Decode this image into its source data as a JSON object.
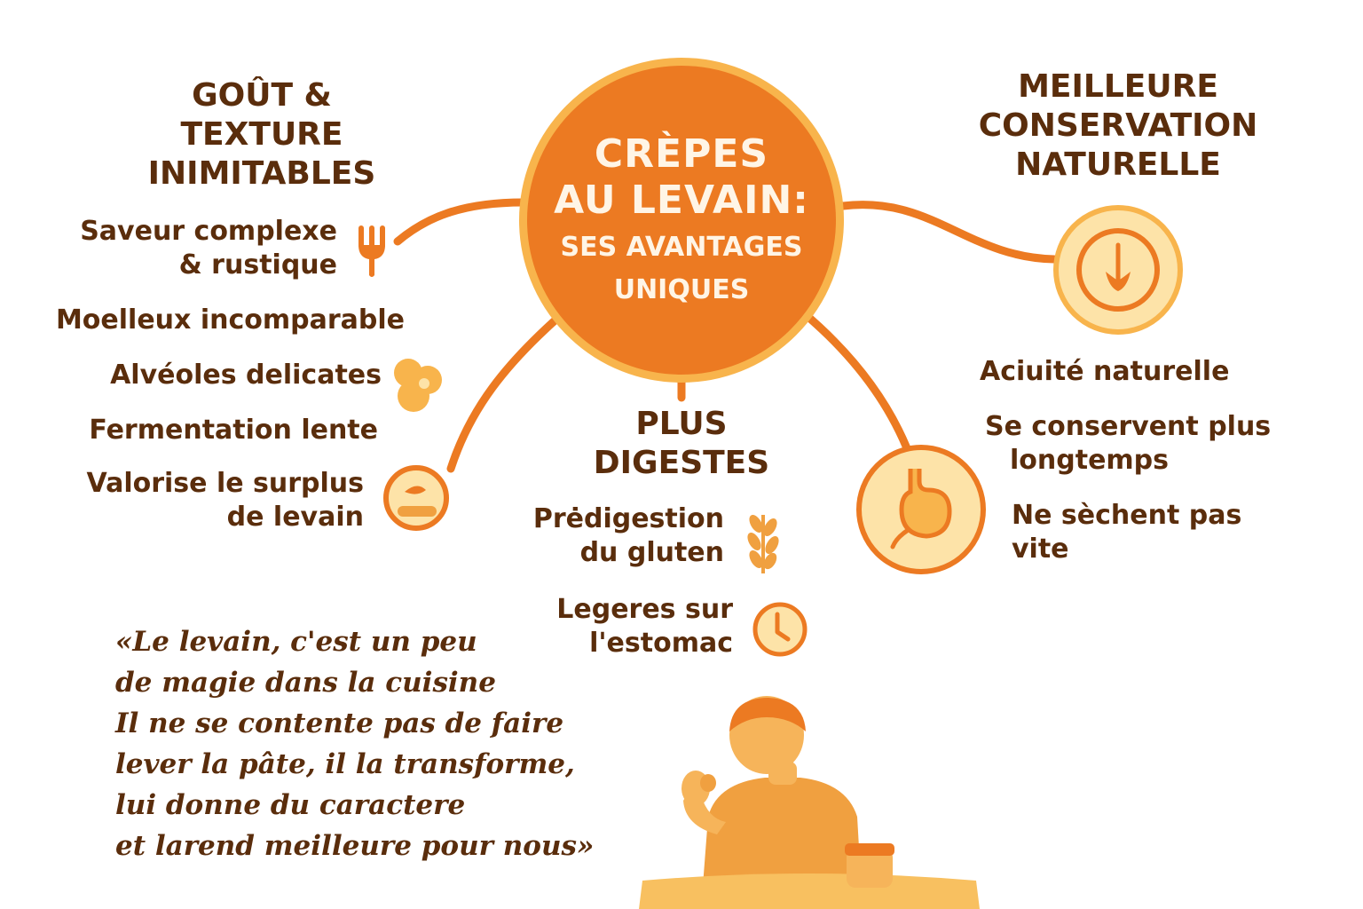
{
  "hub": {
    "title_line1": "CRÈPES",
    "title_line2": "AU LEVAIN:",
    "subtitle_line1": "SES AVANTAGES",
    "subtitle_line2": "UNIQUES"
  },
  "taste": {
    "heading": [
      "GOÛT &",
      "TEXTURE",
      "INIMITABLES"
    ],
    "items": [
      {
        "lines": [
          "Saveur complexe",
          "& rustique"
        ],
        "icon": "fork-icon"
      },
      {
        "lines": [
          "Moelleux incomparable"
        ]
      },
      {
        "lines": [
          "Alvéoles delicates"
        ],
        "icon": "bubbles-icon"
      },
      {
        "lines": [
          "Fermentation lente"
        ]
      },
      {
        "lines": [
          "Valorise le surplus",
          "de levain"
        ],
        "icon": "crepe-icon"
      }
    ]
  },
  "conservation": {
    "heading": [
      "MEILLEURE",
      "CONSERVATION",
      "NATURELLE"
    ],
    "icon": "leaf-down-icon",
    "items": [
      {
        "lines": [
          "Aciuité naturelle"
        ]
      },
      {
        "lines": [
          "Se conservent plus",
          "longtemps"
        ]
      },
      {
        "lines": [
          "Ne sèchent pas vite"
        ]
      }
    ]
  },
  "digest": {
    "heading": [
      "PLUS",
      "DIGESTES"
    ],
    "icon": "stomach-icon",
    "items": [
      {
        "lines": [
          "Prėdigestion",
          "du gluten"
        ],
        "icon": "wheat-icon"
      },
      {
        "lines": [
          "Legeres sur",
          "l'estomac"
        ],
        "icon": "clock-icon"
      }
    ]
  },
  "quote": {
    "lines": [
      "«Le levain, c'est un peu",
      "de magie dans la cuisine",
      "Il ne se contente pas de faire",
      "lever la pâte, il la transforme,",
      "lui donne du caractere",
      "et larend meilleure pour nous»"
    ]
  },
  "colors": {
    "primary": "#ec7a22",
    "light": "#f8b44c",
    "pale": "#fde3a8",
    "text": "#5a2d0c"
  }
}
